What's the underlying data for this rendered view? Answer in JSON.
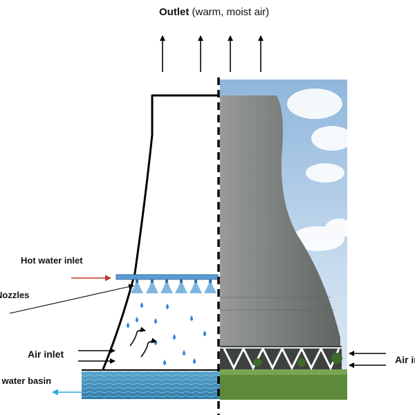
{
  "title": {
    "bold": "Outlet",
    "normal": " (warm, moist air)"
  },
  "labels": {
    "hot_water_inlet": "Hot water inlet",
    "nozzles": "Nozzles",
    "air_inlet_left": "Air inlet",
    "air_inlet_right": "Air inlet",
    "cold_water_basin": "Cold water basin"
  },
  "colors": {
    "outline": "#000000",
    "distribution_pipe": "#5b9bd5",
    "spray": "#7fb6e0",
    "droplet": "#2e86de",
    "hot_water_arrow": "#c0392b",
    "cold_water_arrow": "#2fa8d8",
    "basin_water": "#3f8fb8",
    "sky": "#b9d4ec",
    "tower_concrete": "#8b8f8c",
    "ground": "#5d8a3a"
  },
  "icons": {
    "outlet_arrows": "up-arrow-icon",
    "air_flow": "curved-arrow-icon"
  }
}
